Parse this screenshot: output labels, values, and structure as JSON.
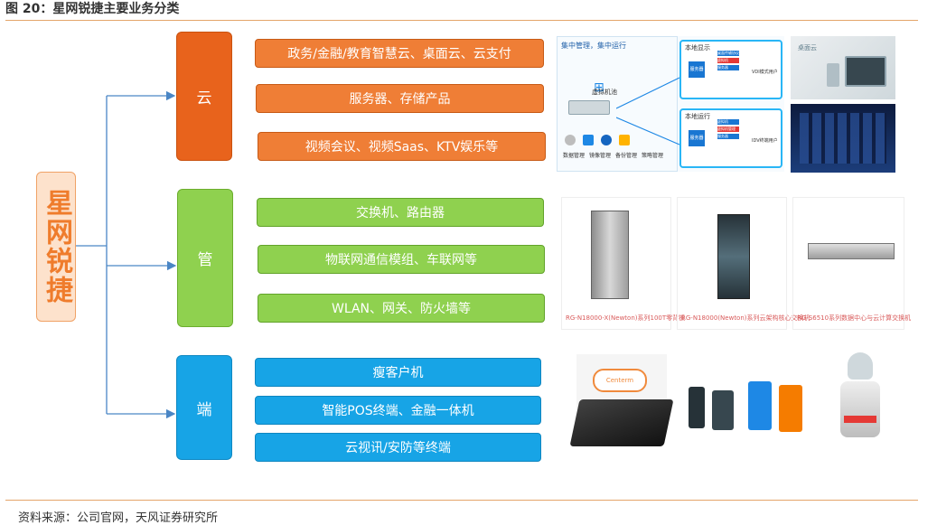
{
  "header": {
    "title": "图 20：星网锐捷主要业务分类"
  },
  "root": {
    "label": "星网锐捷"
  },
  "categories": [
    {
      "label": "云",
      "items": [
        "政务/金融/教育智慧云、桌面云、云支付",
        "服务器、存储产品",
        "视频会议、视频Saas、KTV娱乐等"
      ]
    },
    {
      "label": "管",
      "items": [
        "交换机、路由器",
        "物联网通信模组、车联网等",
        "WLAN、网关、防火墙等"
      ]
    },
    {
      "label": "端",
      "items": [
        "瘦客户机",
        "智能POS终端、金融一体机",
        "云视讯/安防等终端"
      ]
    }
  ],
  "cloud_diagram": {
    "center_title": "集中管理，集中运行",
    "center_node": "虚拟机池",
    "bottom_icons": [
      "数据管理",
      "镜像管理",
      "备份管理",
      "策略管理"
    ],
    "panel_top": {
      "title": "本地显示",
      "node": "服务器",
      "side": "VDI模式用户",
      "items": [
        "桌面传输协议",
        "虚拟机",
        "服务器"
      ]
    },
    "panel_bottom": {
      "title": "本地运行",
      "node": "服务器",
      "side": "IDV终端用户",
      "items": [
        "虚拟机",
        "虚拟机管理",
        "服务器"
      ]
    },
    "cloud_badge": "桌面云"
  },
  "products": {
    "switch_1": "RG-N18000-X(Newton)系列100T零背板",
    "switch_2": "RG-N18000(Newton)系列云架构核心交换机",
    "switch_3": "RG-S6510系列数据中心与云计算交换机",
    "thin_client_brand": "Centerm"
  },
  "footer": {
    "source": "资料来源：公司官网，天风证券研究所"
  },
  "colors": {
    "orange": "#ef7e36",
    "green": "#8fd14f",
    "blue": "#17a4e6",
    "rule": "#e4a56a"
  }
}
